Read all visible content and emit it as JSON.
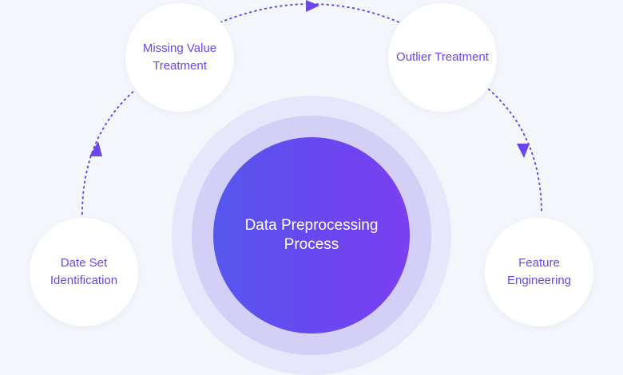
{
  "diagram": {
    "center": {
      "label": "Data Preprocessing Process"
    },
    "steps": [
      {
        "id": "dataset",
        "label": "Date Set Identification"
      },
      {
        "id": "missing",
        "label": "Missing Value Treatment"
      },
      {
        "id": "outlier",
        "label": "Outlier Treatment"
      },
      {
        "id": "feature",
        "label": "Feature Engineering"
      }
    ]
  },
  "colors": {
    "background": "#f3f6fb",
    "accent": "#6b46ee",
    "core_gradient_start": "#5557ee",
    "core_gradient_end": "#7b3ff0",
    "ring_outer": "#e7e6fb",
    "ring_mid": "#d3cff7",
    "node_fill": "#ffffff"
  }
}
